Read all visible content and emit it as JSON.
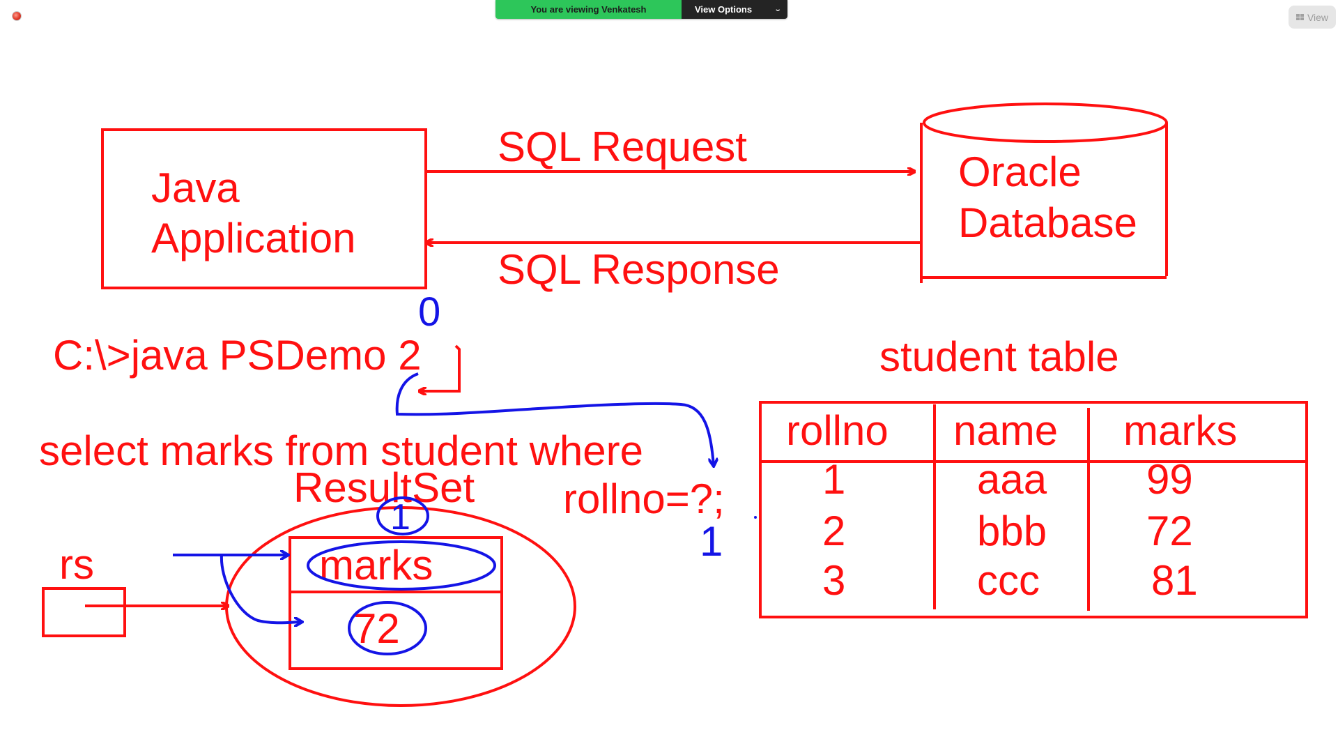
{
  "banner": {
    "viewing_text": "You are viewing Venkatesh Mansani's screen",
    "view_options_label": "View Options",
    "view_label": "View"
  },
  "colors": {
    "ink_red": "#ff1010",
    "ink_blue": "#1414e6",
    "banner_green": "#2dc65a",
    "banner_dark": "#242424"
  },
  "whiteboard": {
    "java_app_line1": "Java",
    "java_app_line2": "Application",
    "sql_request": "SQL Request",
    "sql_response": "SQL Response",
    "oracle_line1": "Oracle",
    "oracle_line2": "Database",
    "command": "C:\\>java PSDemo 2",
    "blue_zero": "0",
    "query_line1": "select marks from student where",
    "query_line2": "rollno=?;",
    "blue_one_param": "1",
    "resultset_label": "ResultSet",
    "blue_one_resultset": "1",
    "rs_label": "rs",
    "rs_column": "marks",
    "rs_value": "72",
    "table_title": "student table",
    "table_headers": [
      "rollno",
      "name",
      "marks"
    ],
    "table_rows": [
      [
        "1",
        "aaa",
        "99"
      ],
      [
        "2",
        "bbb",
        "72"
      ],
      [
        "3",
        "ccc",
        "81"
      ]
    ]
  }
}
